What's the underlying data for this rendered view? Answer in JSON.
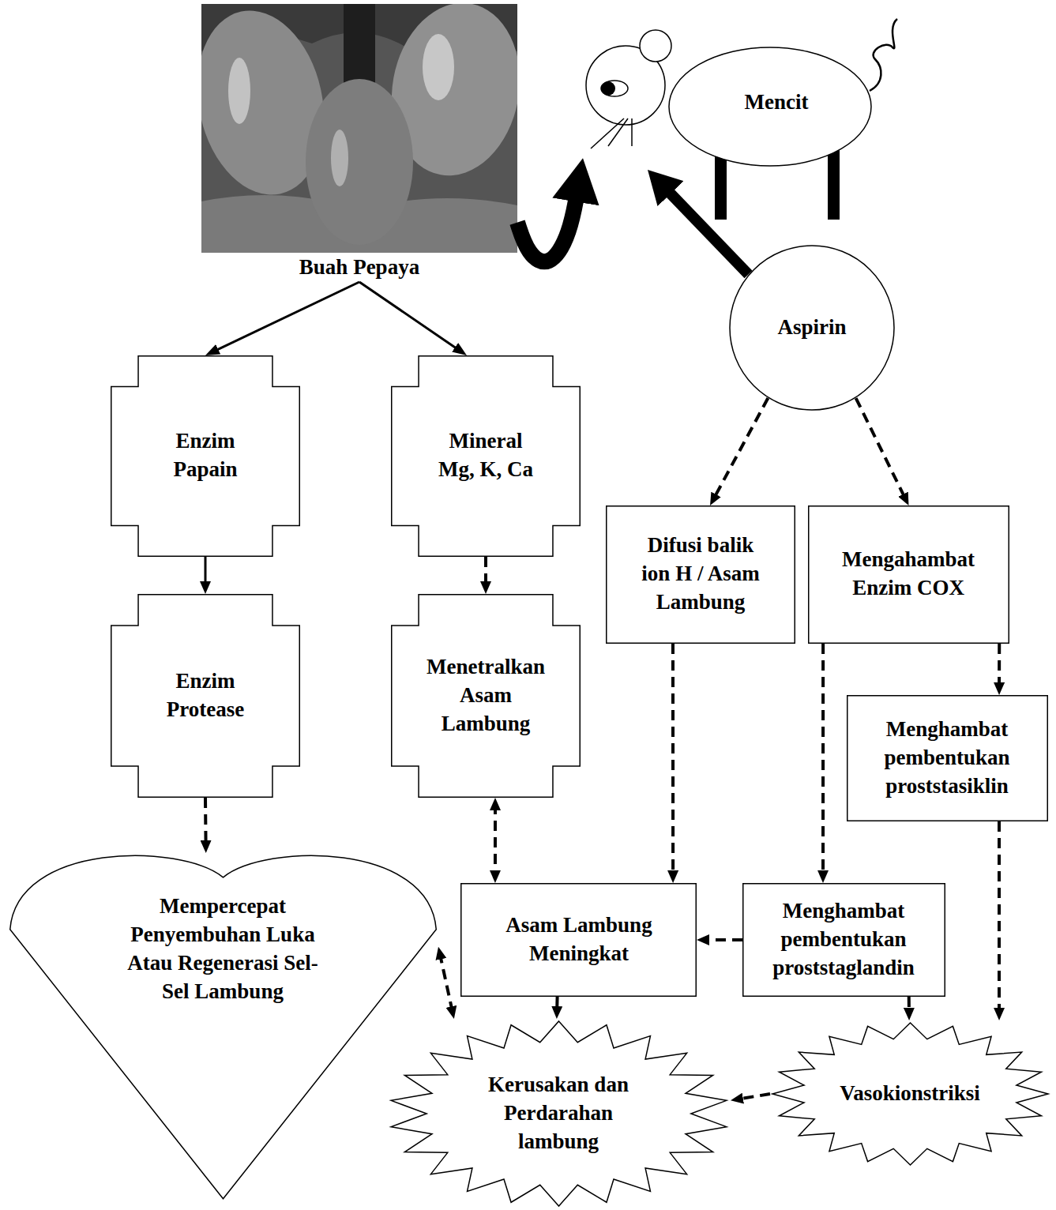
{
  "diagram": {
    "nodes": [
      {
        "text": [
          "Mencit"
        ]
      },
      {
        "text": [
          "Buah Pepaya"
        ]
      },
      {
        "text": [
          "Aspirin"
        ]
      },
      {
        "text": [
          "Enzim Papain"
        ]
      },
      {
        "text": [
          "Mineral Mg, K, Ca"
        ]
      },
      {
        "text": [
          "Difusi balik ion H / Asam Lambung"
        ]
      },
      {
        "text": [
          "Mengahambat Enzim COX"
        ]
      },
      {
        "text": [
          "Enzim Protease"
        ]
      },
      {
        "text": [
          "Menetralkan Asam Lambung"
        ]
      },
      {
        "text": [
          "Menghambat pembentukan proststasiklin"
        ]
      },
      {
        "text": [
          "Mempercepat Penyembuhan Luka Atau Regenerasi Sel- Sel Lambung"
        ]
      },
      {
        "text": [
          "Asam Lambung Meningkat"
        ]
      },
      {
        "text": [
          "Menghambat pembentukan proststaglandin"
        ]
      },
      {
        "text": [
          "Kerusakan dan Perdarahan lambung"
        ]
      },
      {
        "text": [
          "Vasokionstriksi"
        ]
      }
    ],
    "edges": [
      {
        "from": 1,
        "to": 0,
        "arrow": "to"
      },
      {
        "from": 2,
        "to": 0,
        "arrow": "to"
      },
      {
        "from": 1,
        "to": 3,
        "arrow": "to"
      },
      {
        "from": 1,
        "to": 4,
        "arrow": "to"
      },
      {
        "from": 2,
        "to": 5,
        "arrow": "to"
      },
      {
        "from": 2,
        "to": 6,
        "arrow": "to"
      },
      {
        "from": 3,
        "to": 7,
        "arrow": "to"
      },
      {
        "from": 4,
        "to": 8,
        "arrow": "to"
      },
      {
        "from": 7,
        "to": 10,
        "arrow": "to"
      },
      {
        "from": 8,
        "to": 11,
        "arrow": "both"
      },
      {
        "from": 5,
        "to": 11,
        "arrow": "to"
      },
      {
        "from": 6,
        "to": 12,
        "arrow": "to"
      },
      {
        "from": 6,
        "to": 9,
        "arrow": "to"
      },
      {
        "from": 12,
        "to": 11,
        "arrow": "to"
      },
      {
        "from": 12,
        "to": 14,
        "arrow": "to"
      },
      {
        "from": 9,
        "to": 14,
        "arrow": "to"
      },
      {
        "from": 11,
        "to": 13,
        "arrow": "to"
      },
      {
        "from": 14,
        "to": 13,
        "arrow": "to"
      },
      {
        "from": 10,
        "to": 13,
        "arrow": "both"
      }
    ]
  }
}
